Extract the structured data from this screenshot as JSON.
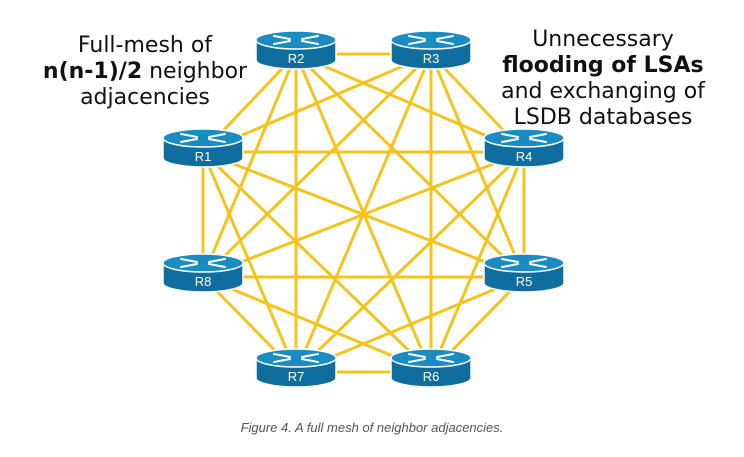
{
  "diagram": {
    "link_color": "#F5C31C",
    "router_color": "#0F6E9D",
    "router_top_color": "#1A8CC2",
    "routers": [
      {
        "id": "r1",
        "label": "R1"
      },
      {
        "id": "r2",
        "label": "R2"
      },
      {
        "id": "r3",
        "label": "R3"
      },
      {
        "id": "r4",
        "label": "R4"
      },
      {
        "id": "r5",
        "label": "R5"
      },
      {
        "id": "r6",
        "label": "R6"
      },
      {
        "id": "r7",
        "label": "R7"
      },
      {
        "id": "r8",
        "label": "R8"
      }
    ],
    "topology": "full-mesh"
  },
  "notes": {
    "left": {
      "line1": "Full-mesh of",
      "line2_bold": "n(n-1)/2",
      "line2_rest": " neighbor",
      "line3": "adjacencies"
    },
    "right": {
      "line1": "Unnecessary",
      "line2_bold": "flooding of LSAs",
      "line3": "and exchanging of",
      "line4": "LSDB databases"
    }
  },
  "caption": "Figure 4. A full mesh of neighbor adjacencies."
}
